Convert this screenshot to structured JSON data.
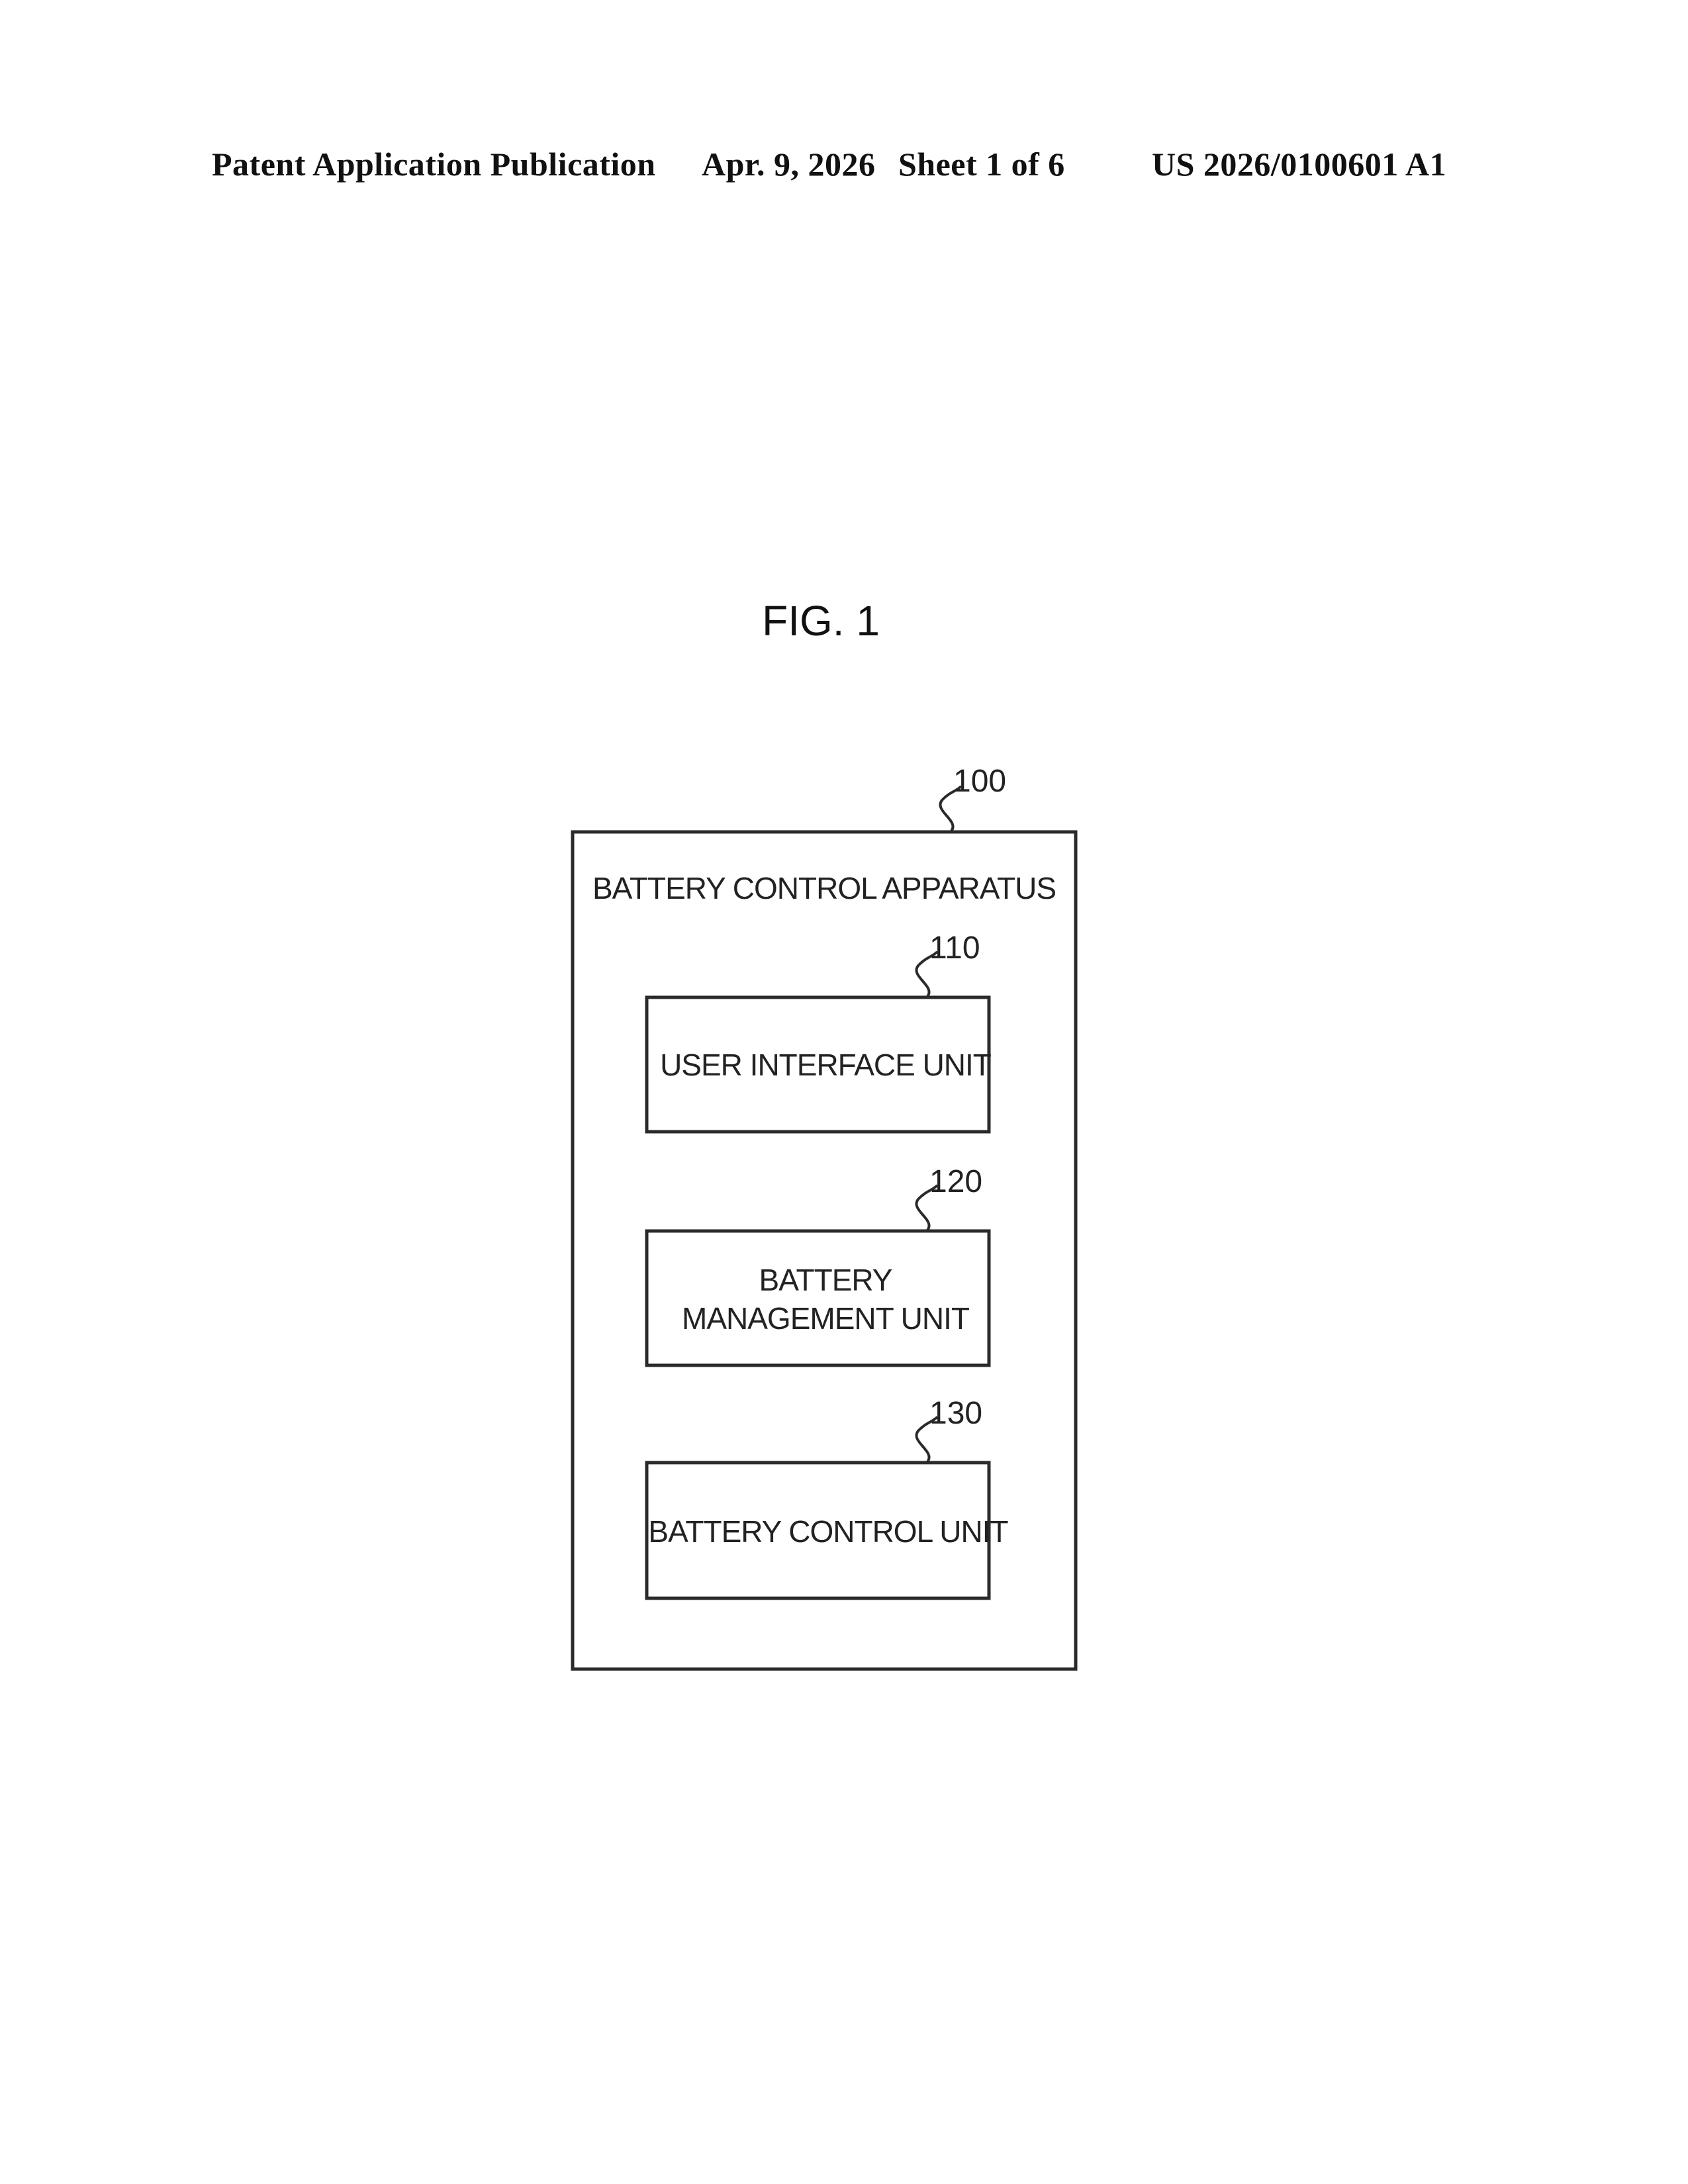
{
  "header": {
    "publication": "Patent Application Publication",
    "date": "Apr. 9, 2026",
    "sheet": "Sheet 1 of 6",
    "number": "US 2026/0100601 A1"
  },
  "figure": {
    "title": "FIG. 1",
    "apparatus": {
      "ref": "100",
      "label": "BATTERY CONTROL APPARATUS"
    },
    "units": [
      {
        "ref": "110",
        "label_lines": [
          "USER INTERFACE UNIT"
        ]
      },
      {
        "ref": "120",
        "label_lines": [
          "BATTERY",
          "MANAGEMENT UNIT"
        ]
      },
      {
        "ref": "130",
        "label_lines": [
          "BATTERY CONTROL UNIT"
        ]
      }
    ]
  }
}
